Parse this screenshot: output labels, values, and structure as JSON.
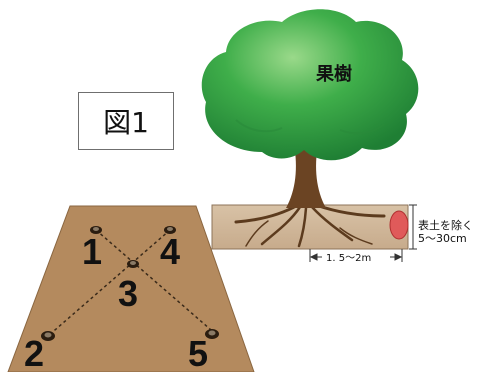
{
  "figure_label": "図1",
  "tree": {
    "label": "果樹",
    "annotation_line1": "表土を除く",
    "annotation_line2": "5〜30cm",
    "distance": "1. 5〜2m"
  },
  "sampling_points": [
    "1",
    "2",
    "3",
    "4",
    "5"
  ]
}
